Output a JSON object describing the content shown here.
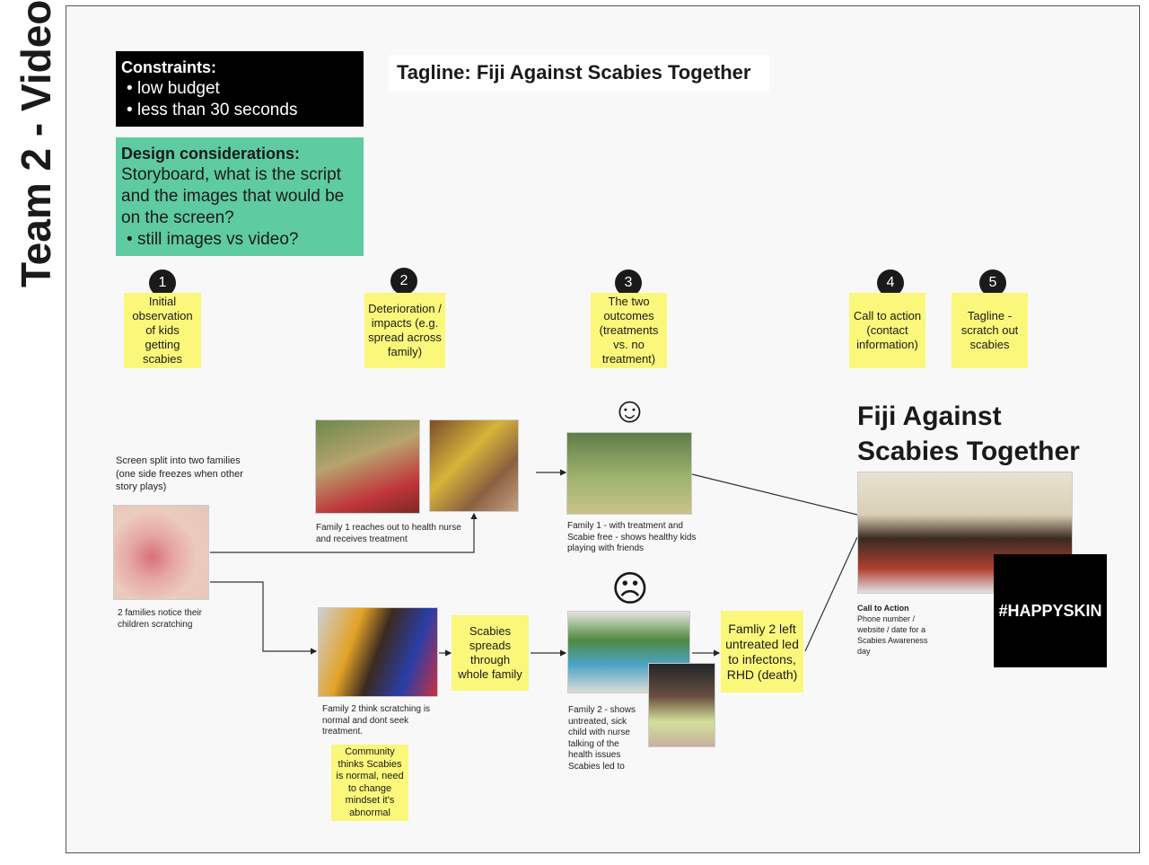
{
  "title": "Team 2 - Video",
  "constraints": {
    "heading": "Constraints:",
    "items": [
      "low budget",
      "less than 30 seconds"
    ]
  },
  "design": {
    "heading": "Design considerations:",
    "body": "Storyboard, what is the script and the images that would be on the screen?",
    "items": [
      "still images vs video?"
    ]
  },
  "tagline": "Tagline: Fiji Against Scabies Together",
  "steps": [
    {
      "num": "1",
      "label": "Initial observation of kids getting scabies"
    },
    {
      "num": "2",
      "label": "Deterioration / impacts (e.g. spread across family)"
    },
    {
      "num": "3",
      "label": "The two outcomes (treatments vs. no treatment)"
    },
    {
      "num": "4",
      "label": "Call to action (contact information)"
    },
    {
      "num": "5",
      "label": "Tagline - scratch out scabies"
    }
  ],
  "captions": {
    "split": "Screen split into two families (one side freezes when other story plays)",
    "notice": "2 families notice their children scratching",
    "family1": "Family 1 reaches out to health nurse and receives treatment",
    "family1_outcome": "Family 1 - with treatment and Scabie free - shows healthy kids playing with friends",
    "family2": "Family 2 think scratching is normal and dont seek treatment.",
    "family2_outcome": "Family 2 - shows untreated,  sick child with nurse talking of the health issues Scabies led to",
    "cta_heading": "Call to Action",
    "cta_body": "Phone number / website / date for a Scabies Awareness day"
  },
  "stickies": {
    "spreads": "Scabies spreads through whole family",
    "community": "Community thinks Scabies is normal, need to change mindset it's abnormal",
    "family2_left": "Famliy 2 left untreated led to infectons, RHD (death)"
  },
  "faces": {
    "happy": "☺",
    "sad": "☹"
  },
  "big_tagline": "Fiji Against Scabies Together",
  "hashtag": "#HAPPYSKIN",
  "colors": {
    "sticky": "#fbf77a",
    "design": "#5ecba1",
    "black": "#000000"
  }
}
